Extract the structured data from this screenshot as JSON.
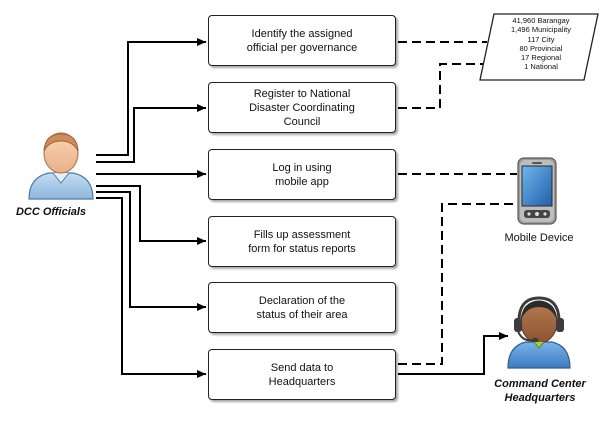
{
  "actors": {
    "officials": "DCC Officials",
    "mobile_device": "Mobile Device",
    "command_center": "Command Center\nHeadquarters"
  },
  "steps": [
    "Identify the assigned\nofficial per governance",
    "Register to National\nDisaster Coordinating\nCouncil",
    "Log in using\nmobile app",
    "Fills up assessment\nform for status reports",
    "Declaration of the\nstatus of their area",
    "Send data to\nHeadquarters"
  ],
  "officials_breakdown": [
    "41,960 Barangay",
    "1,496 Municipality",
    "117 City",
    "80 Provincial",
    "17 Regional",
    "1 National"
  ],
  "colors": {
    "line": "#000000",
    "box_border": "#222222",
    "skin_official": "#f3c9a3",
    "shirt_official": "#a9cbe8",
    "headset": "#3c3c3c",
    "shirt_hq": "#5b9bd5",
    "skin_hq": "#a9704a"
  }
}
